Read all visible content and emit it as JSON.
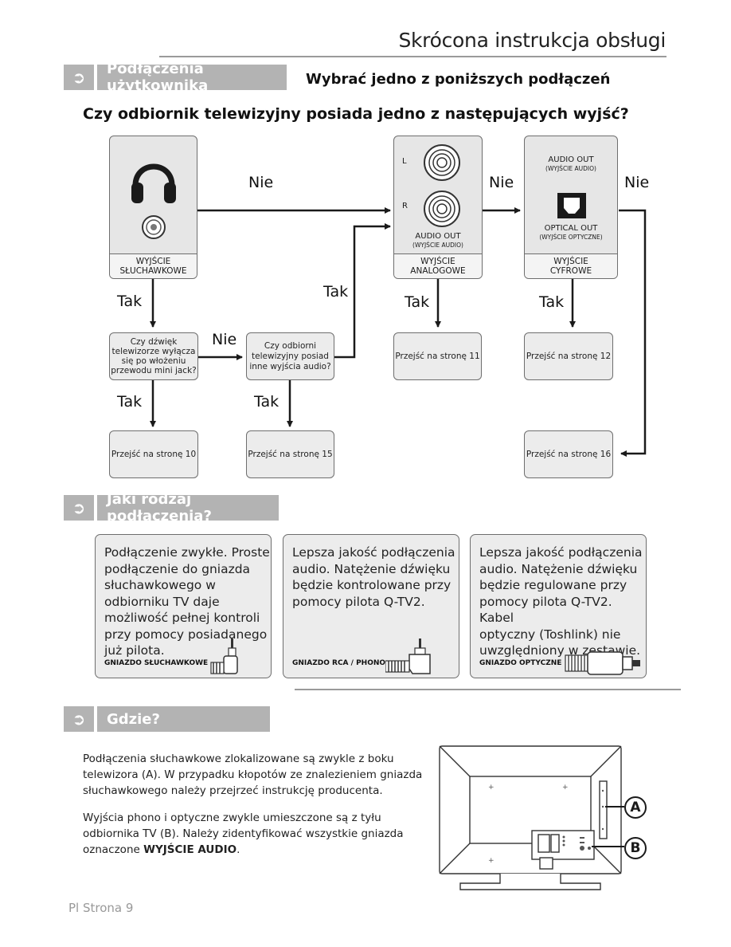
{
  "header": {
    "title": "Skrócona instrukcja obsługi"
  },
  "section1": {
    "arrow": "➲",
    "label": "Podłączenia użytkownika",
    "subtitle": "Wybrać jedno z poniższych podłączeń",
    "question": "Czy odbiornik telewizyjny posiada jedno z następujących wyjść?"
  },
  "sources": {
    "headphone": {
      "label_line1": "WYJŚCIE",
      "label_line2": "SŁUCHAWKOWE"
    },
    "analog": {
      "l": "L",
      "r": "R",
      "audio_out": "AUDIO OUT",
      "audio_out_sub": "(WYJŚCIE AUDIO)",
      "label_line1": "WYJŚCIE",
      "label_line2": "ANALOGOWE"
    },
    "digital": {
      "audio_out": "AUDIO OUT",
      "audio_out_sub": "(WYJŚCIE AUDIO)",
      "optical_out": "OPTICAL OUT",
      "optical_out_sub": "(WYJŚCIE OPTYCZNE)",
      "label_line1": "WYJŚCIE",
      "label_line2": "CYFROWE"
    }
  },
  "flow": {
    "nie1": "Nie",
    "nie2": "Nie",
    "nie3": "Nie",
    "nie4": "Nie",
    "tak1": "Tak",
    "tak2": "Tak",
    "tak3": "Tak",
    "tak4": "Tak",
    "tak5": "Tak",
    "tak6": "Tak",
    "q_headphone": [
      "Czy dźwięk",
      "telewizorze wyłącza",
      "się po włożeniu",
      "przewodu mini jack?"
    ],
    "q_other": [
      "Czy odbiorni",
      "telewizyjny posiad",
      "inne wyjścia audio?"
    ],
    "page11": "Przejść na stronę 11",
    "page12": "Przejść na stronę 12",
    "page10": "Przejść na stronę 10",
    "page15": "Przejść na stronę 15",
    "page16": "Przejść na stronę 16"
  },
  "section2": {
    "arrow": "➲",
    "label": "Jaki rodzaj podłączenia?",
    "cards": [
      {
        "lines": [
          "Podłączenie zwykłe. Proste",
          "podłączenie do gniazda",
          "słuchawkowego w",
          "odbiorniku TV daje",
          "możliwość pełnej kontroli",
          "przy pomocy posiadanego",
          "już pilota."
        ],
        "socket": "GNIAZDO SŁUCHAWKOWE"
      },
      {
        "lines": [
          "Lepsza jakość podłączenia",
          "audio. Natężenie dźwięku",
          "będzie kontrolowane przy",
          "pomocy pilota Q-TV2."
        ],
        "socket": "GNIAZDO RCA / PHONO"
      },
      {
        "lines": [
          "Lepsza jakość podłączenia",
          "audio. Natężenie dźwięku",
          "będzie regulowane przy",
          "pomocy pilota Q-TV2. Kabel",
          "optyczny (Toshlink) nie",
          "uwzględniony w zestawie."
        ],
        "socket": "GNIAZDO OPTYCZNE"
      }
    ]
  },
  "section3": {
    "arrow": "➲",
    "label": "Gdzie?",
    "para1": [
      "Podłączenia słuchawkowe zlokalizowane są zwykle z boku",
      "telewizora (A). W przypadku kłopotów ze znalezieniem gniazda",
      "słuchawkowego należy przejrzeć instrukcję producenta."
    ],
    "para2": [
      "Wyjścia phono i optyczne zwykle umieszczone są z tyłu",
      "odbiornika TV (B). Należy zidentyfikować wszystkie gniazda"
    ],
    "para2_last_prefix": "oznaczone ",
    "para2_last_bold": "WYJŚCIE AUDIO",
    "para2_last_suffix": ".",
    "marker_a": "A",
    "marker_b": "B"
  },
  "footer": {
    "page": "Pl Strona 9"
  },
  "colors": {
    "section_bar": "#b3b3b3",
    "card_bg": "#ececec",
    "line": "#1a1a1a"
  }
}
